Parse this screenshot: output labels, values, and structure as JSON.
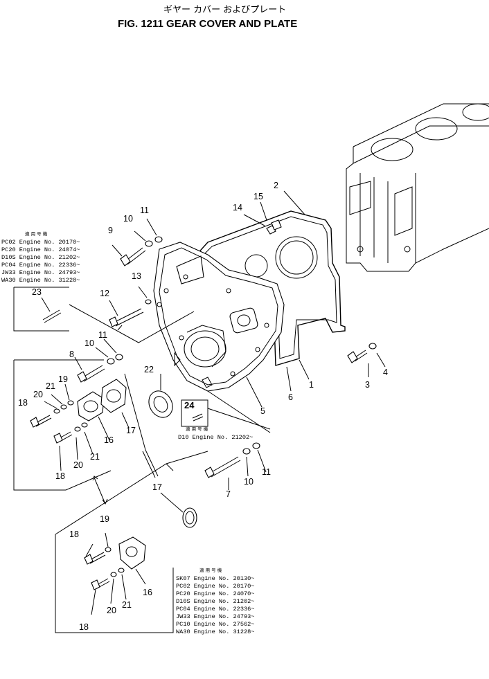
{
  "title": {
    "japanese": "ギヤー カバー およびプレート",
    "english": "FIG. 1211  GEAR COVER AND PLATE"
  },
  "callouts": {
    "n1": "1",
    "n2": "2",
    "n3": "3",
    "n4": "4",
    "n5": "5",
    "n6": "6",
    "n7": "7",
    "n8": "8",
    "n9": "9",
    "n10a": "10",
    "n10b": "10",
    "n10c": "10",
    "n11a": "11",
    "n11b": "11",
    "n11c": "11",
    "n12": "12",
    "n13": "13",
    "n14": "14",
    "n15": "15",
    "n16a": "16",
    "n16b": "16",
    "n17a": "17",
    "n17b": "17",
    "n18a": "18",
    "n18b": "18",
    "n18c": "18",
    "n18d": "18",
    "n19a": "19",
    "n19b": "19",
    "n20a": "20",
    "n20b": "20",
    "n20c": "20",
    "n21a": "21",
    "n21b": "21",
    "n21c": "21",
    "n22": "22",
    "n23": "23",
    "n24": "24"
  },
  "applicability_left": {
    "header": "適 用 号 機",
    "rows": [
      "PC02 Engine No. 20170~",
      "PC20 Engine No. 24074~",
      "D10S Engine No. 21202~",
      "PC04 Engine No. 22336~",
      "JW33 Engine No. 24793~",
      "WA30 Engine No. 31228~"
    ]
  },
  "applicability_mid": {
    "header": "適 用 号 機",
    "rows": [
      "D10 Engine No. 21202~"
    ]
  },
  "applicability_bottom": {
    "header": "適 用 号 機",
    "rows": [
      "SK07 Engine No. 20130~",
      "PC02 Engine No. 20170~",
      "PC20 Engine No. 24070~",
      "D10S Engine No. 21202~",
      "PC04 Engine No. 22336~",
      "JW33 Engine No. 24793~",
      "PC10 Engine No. 27562~",
      "WA30 Engine No. 31228~"
    ]
  }
}
